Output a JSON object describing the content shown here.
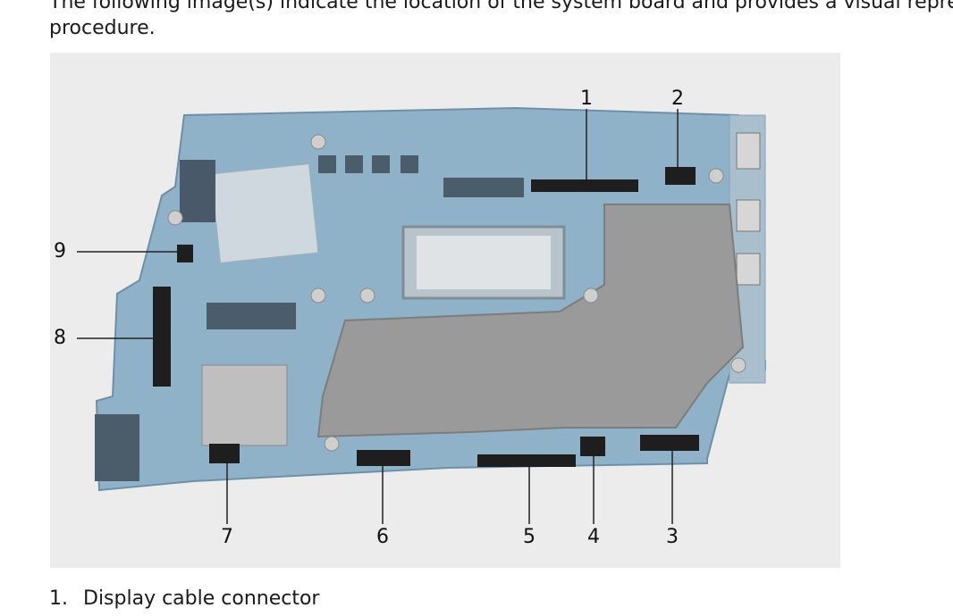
{
  "intro": {
    "line1": "The following image(s) indicate the location of the system board and provides a visual representation of the removal",
    "line2": "procedure."
  },
  "figure": {
    "callouts": [
      "1",
      "2",
      "3",
      "4",
      "5",
      "6",
      "7",
      "8",
      "9"
    ],
    "board_color": "#8fb2c9",
    "shield_color": "#9a9a9a",
    "background_color": "#ececec"
  },
  "list": [
    {
      "number": "1.",
      "label": "Display cable connector"
    }
  ]
}
